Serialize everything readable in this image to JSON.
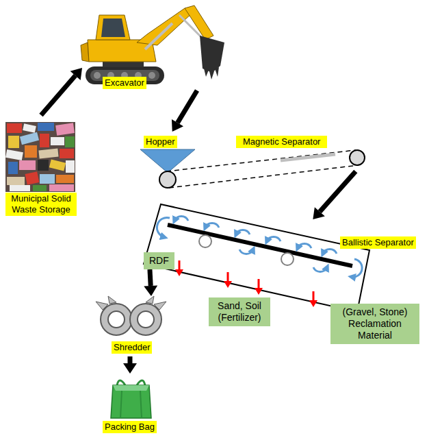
{
  "diagram": {
    "nodes": [
      {
        "text": [
          "Excavator"
        ]
      },
      {
        "text": [
          "Municipal Solid Waste Storage"
        ]
      },
      {
        "text": [
          "Hopper"
        ]
      },
      {
        "text": [
          "Magnetic Separator"
        ]
      },
      {
        "text": [
          "Ballistic Separator"
        ]
      },
      {
        "text": [
          "RDF"
        ]
      },
      {
        "text": [
          "Sand, Soil (Fertilizer)"
        ]
      },
      {
        "text": [
          "(Gravel, Stone) Reclamation Material"
        ]
      },
      {
        "text": [
          "Shredder"
        ]
      },
      {
        "text": [
          "Packing Bag"
        ]
      }
    ],
    "edges": [
      {
        "from": 1,
        "to": 0,
        "arrow": "to"
      },
      {
        "from": 0,
        "to": 2,
        "arrow": "to"
      },
      {
        "from": 3,
        "to": 4,
        "arrow": "to"
      },
      {
        "from": 5,
        "to": 8,
        "arrow": "to"
      },
      {
        "from": 8,
        "to": 9,
        "arrow": "to"
      }
    ]
  }
}
